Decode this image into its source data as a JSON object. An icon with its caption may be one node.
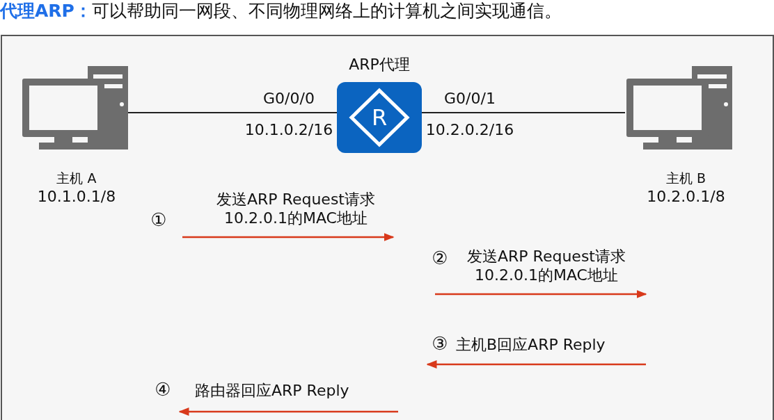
{
  "diagram": {
    "title": "**代理ARP：**可以帮助同一网段、不同物理网络上的计算机之间实现通信。",
    "nodes": [
      {
        "text": [
          "主机 A",
          "10.1.0.1/8"
        ]
      },
      {
        "text": [
          "ARP代理",
          "R"
        ]
      },
      {
        "text": [
          "主机 B",
          "10.2.0.1/8"
        ]
      }
    ],
    "edges": [
      {
        "from": 0,
        "to": 1,
        "arrow": "none"
      },
      {
        "from": 1,
        "to": 2,
        "arrow": "none"
      }
    ],
    "labels": [
      "G0/0/0",
      "G0/0/1",
      "10.1.0.2/16",
      "10.2.0.2/16",
      "①",
      "发送ARP Request请求 10.2.0.1的MAC地址",
      "②",
      "发送ARP Request请求 10.2.0.1的MAC地址",
      "③",
      "主机B回应ARP Reply",
      "④",
      "路由器回应ARP Reply"
    ]
  }
}
